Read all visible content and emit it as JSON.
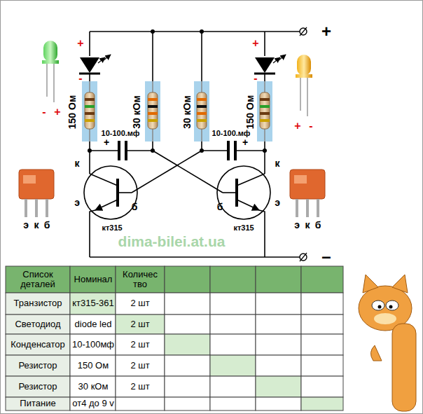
{
  "diagram": {
    "labels": [
      "+",
      "-",
      "+",
      "-",
      "-",
      "+",
      "+",
      "-",
      "150 Ом",
      "30 кОм",
      "30 кОм",
      "150 Ом",
      "10-100.мф",
      "+",
      "10-100.мф",
      "+",
      "к",
      "б",
      "э",
      "кт315",
      "к",
      "б",
      "э",
      "кт315",
      "э",
      "к",
      "б",
      "э",
      "к",
      "б",
      "+",
      "–",
      "dima-bilei.at.ua",
      "Список деталей",
      "Номинал",
      "Количес тво",
      "Транзистор",
      "кт315-361",
      "2 шт",
      "Светодиод",
      "diode led",
      "2 шт",
      "Конденсатор",
      "10-100мф",
      "2 шт",
      "Резистор",
      "150 Ом",
      "2 шт",
      "Резистор",
      "30 кОм",
      "2 шт",
      "Питание",
      "от4 до 9 v"
    ]
  }
}
